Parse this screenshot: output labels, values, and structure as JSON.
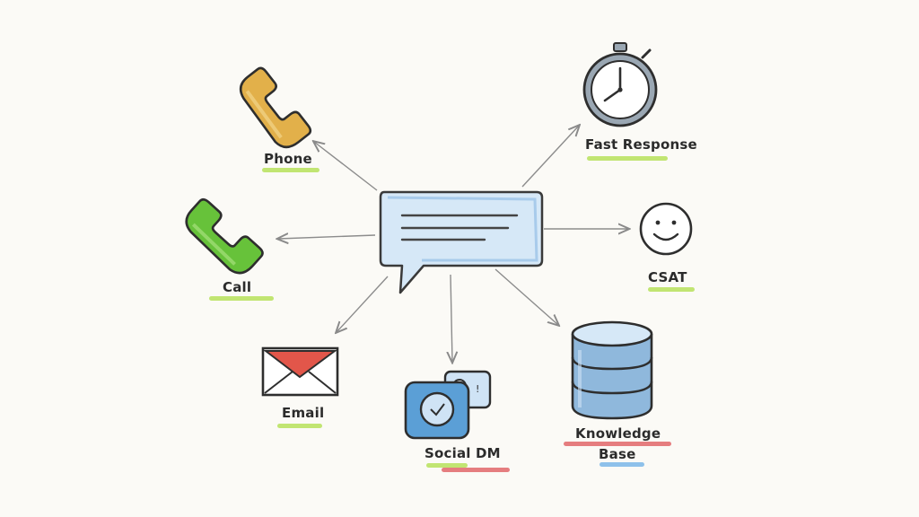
{
  "diagram": {
    "center": {
      "icon": "chat-bubble-icon"
    },
    "nodes": [
      {
        "id": "phone",
        "label": "Phone",
        "icon": "phone-handset-icon",
        "color": "#e2b04a"
      },
      {
        "id": "call",
        "label": "Call",
        "icon": "phone-handset-icon",
        "color": "#67c23a"
      },
      {
        "id": "email",
        "label": "Email",
        "icon": "envelope-icon",
        "color": "#e2564a"
      },
      {
        "id": "social",
        "label": "Social DM",
        "icon": "camera-message-icon",
        "color": "#5b9fd6"
      },
      {
        "id": "kb",
        "label_line1": "Knowledge",
        "label_line2": "Base",
        "icon": "database-icon",
        "color": "#8fb8dc"
      },
      {
        "id": "csat",
        "label": "CSAT",
        "icon": "smiley-face-icon",
        "color": "#ffffff"
      },
      {
        "id": "fast",
        "label": "Fast Response",
        "icon": "stopwatch-icon",
        "color": "#9aa7b3"
      }
    ],
    "highlight_colors": {
      "green": "#b6e05a",
      "red": "#e0666a",
      "blue": "#7ab6e8"
    }
  }
}
